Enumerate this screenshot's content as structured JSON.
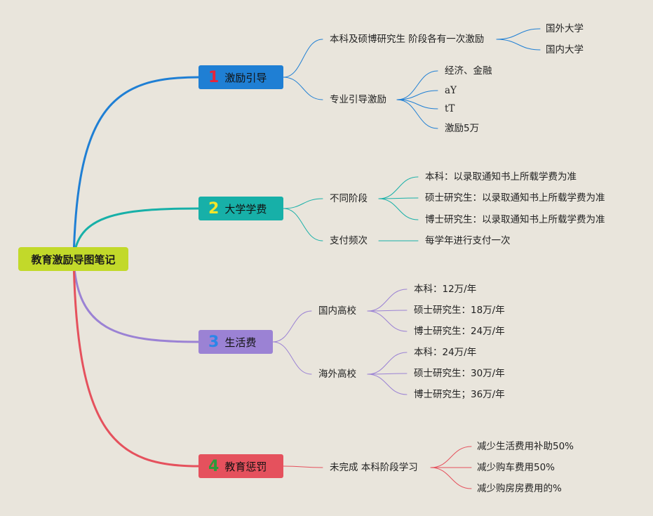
{
  "root": {
    "label": "教育激励导图笔记",
    "color": "#c2d92a"
  },
  "branches": [
    {
      "number": "1",
      "label": "激励引导",
      "color": "#1f7fd4",
      "number_color": "#e6243a",
      "children": [
        {
          "label": "本科及硕博研究生 阶段各有一次激励",
          "children": [
            "国外大学",
            "国内大学"
          ]
        },
        {
          "label": "专业引导激励",
          "children": [
            "经济、金融",
            "aY",
            "tT",
            "激励5万"
          ]
        }
      ]
    },
    {
      "number": "2",
      "label": "大学学费",
      "color": "#17b0a8",
      "number_color": "#f3e52a",
      "children": [
        {
          "label": "不同阶段",
          "children": [
            "本科：以录取通知书上所载学费为准",
            "硕士研究生：以录取通知书上所载学费为准",
            "博士研究生：以录取通知书上所载学费为准"
          ]
        },
        {
          "label": "支付频次",
          "children": [
            "每学年进行支付一次"
          ]
        }
      ]
    },
    {
      "number": "3",
      "label": "生活费",
      "color": "#9b82d4",
      "number_color": "#2a86e8",
      "children": [
        {
          "label": "国内高校",
          "children": [
            "本科：12万/年",
            "硕士研究生：18万/年",
            "博士研究生：24万/年"
          ]
        },
        {
          "label": "海外高校",
          "children": [
            "本科：24万/年",
            "硕士研究生：30万/年",
            "博士研究生；36万/年"
          ]
        }
      ]
    },
    {
      "number": "4",
      "label": "教育惩罚",
      "color": "#e5515d",
      "number_color": "#2e9a3a",
      "children": [
        {
          "label": "未完成 本科阶段学习",
          "children": [
            "减少生活费用补助50%",
            "减少购车费用50%",
            "减少购房房费用的%"
          ]
        }
      ]
    }
  ]
}
